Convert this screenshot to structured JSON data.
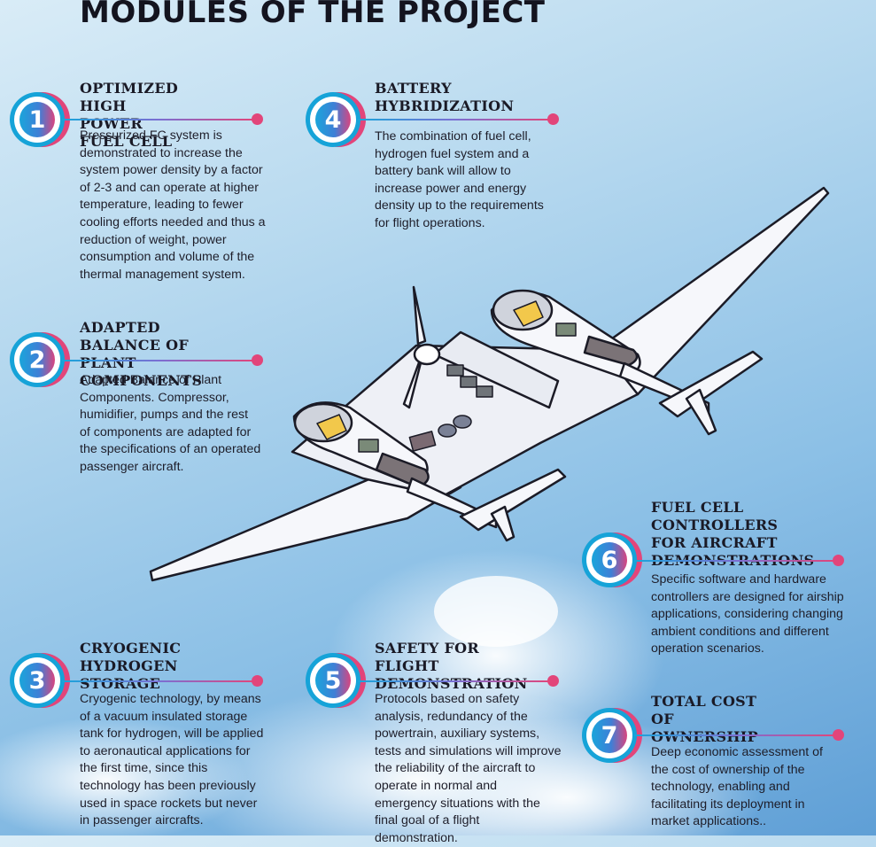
{
  "title": "MODULES OF THE PROJECT",
  "modules": [
    {
      "number": "1",
      "title": "OPTIMIZED HIGH\nPOWER FUEL CELL",
      "description": "Pressurized FC system is demonstrated to increase the system power density by a factor of 2-3 and can operate at higher temperature, leading to fewer cooling efforts needed and thus a reduction of weight, power consumption and volume of the thermal management system."
    },
    {
      "number": "2",
      "title": "ADAPTED BALANCE OF\nPLANT COMPONENTS",
      "description": "Adapted Balance of Plant Components. Compressor, humidifier, pumps and the rest of components are adapted for the specifications of an operated passenger aircraft."
    },
    {
      "number": "3",
      "title": "CRYOGENIC HYDROGEN\nSTORAGE",
      "description": "Cryogenic technology, by means of a vacuum insulated storage tank for hydrogen, will be applied to aeronautical applications for the first time, since this technology has been previously used in space rockets but never in passenger aircrafts."
    },
    {
      "number": "4",
      "title": "BATTERY\nHYBRIDIZATION",
      "description": "The combination of fuel cell, hydrogen fuel system and a battery bank will allow to increase power and energy density up to the requirements for flight operations."
    },
    {
      "number": "5",
      "title": "SAFETY FOR FLIGHT\nDEMONSTRATION",
      "description": "Protocols based on safety analysis, redundancy of the powertrain, auxiliary systems, tests and simulations will improve the reliability of the aircraft to operate in normal and emergency situations with the final goal of a flight demonstration."
    },
    {
      "number": "6",
      "title": "FUEL CELL CONTROLLERS\nFOR AIRCRAFT\nDEMONSTRATIONS",
      "description": "Specific software and hardware controllers are designed for airship applications, considering changing ambient conditions and different operation scenarios."
    },
    {
      "number": "7",
      "title": "TOTAL COST\nOF OWNERSHIP",
      "description": "Deep economic assessment of the cost of ownership of the technology, enabling and facilitating its deployment in market applications.."
    }
  ]
}
